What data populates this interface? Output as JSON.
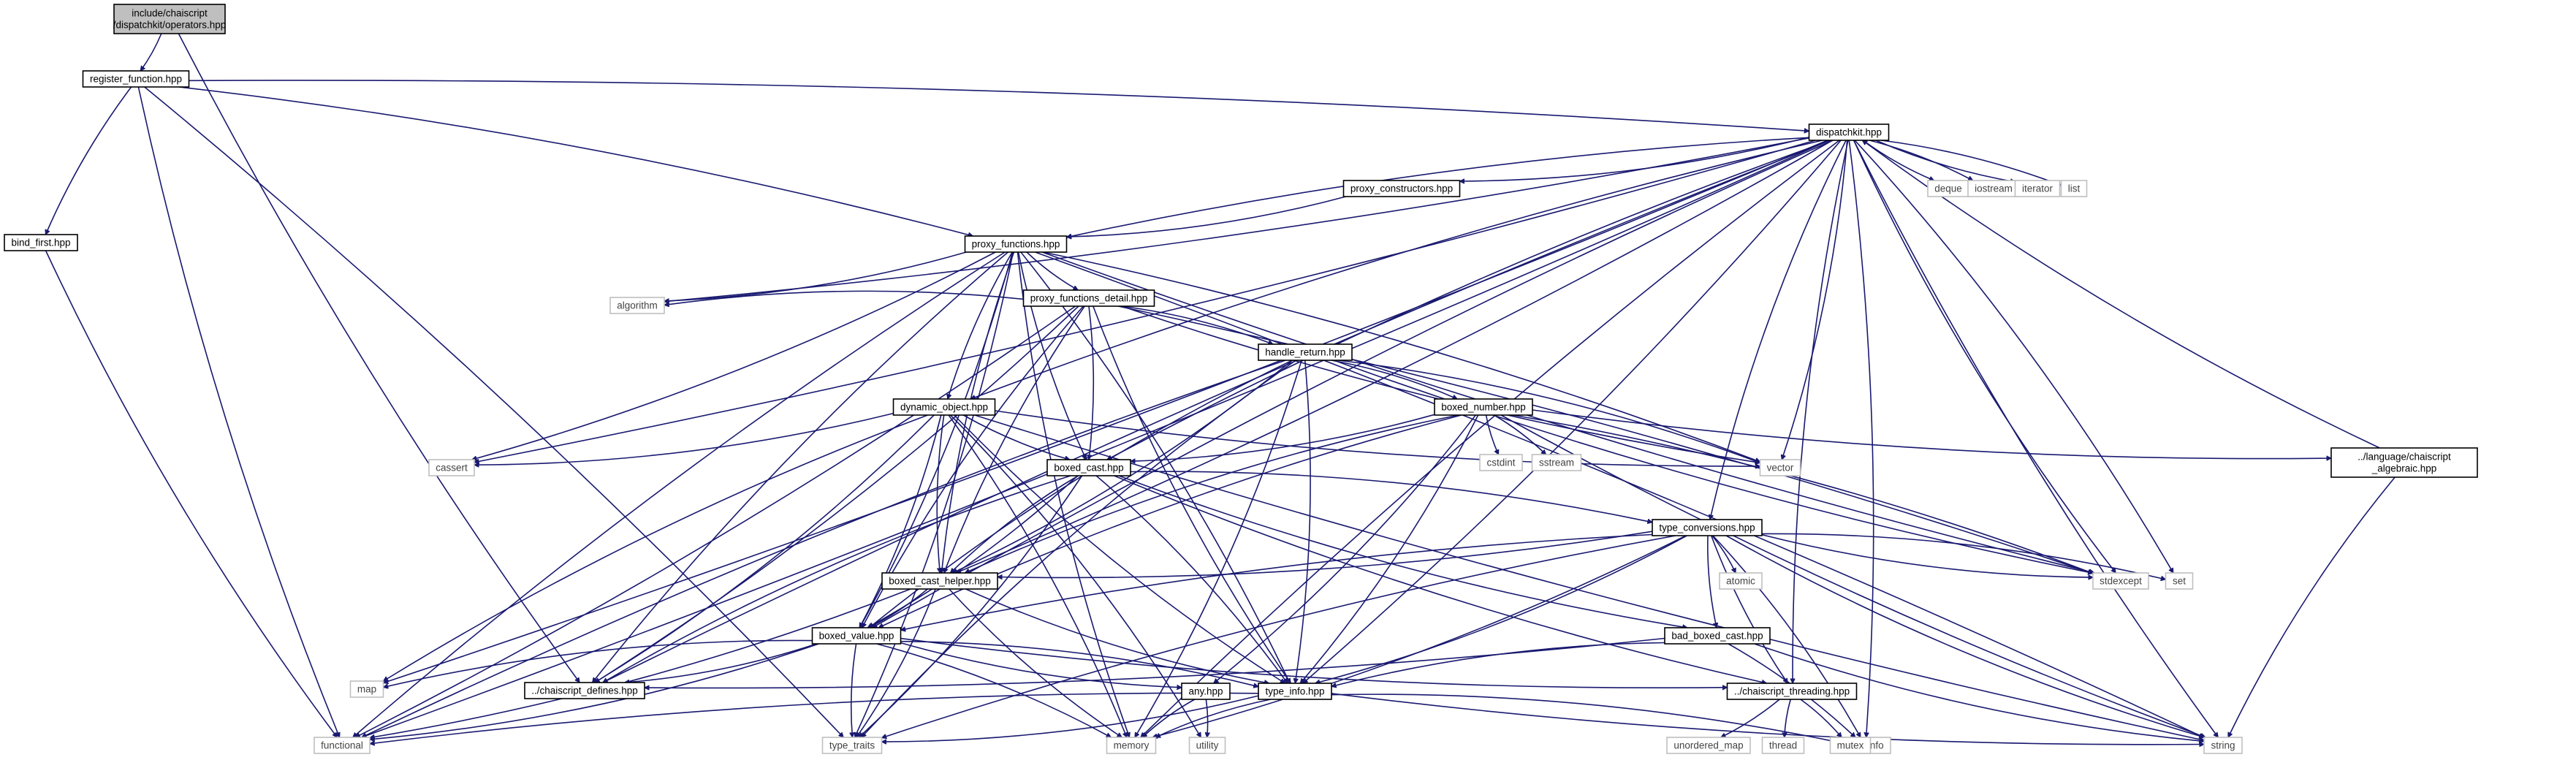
{
  "graph": {
    "nodes": [
      {
        "id": "operators",
        "lines": [
          "include/chaiscript",
          "/dispatchkit/operators.hpp"
        ],
        "kind": "root"
      },
      {
        "id": "register_function",
        "lines": [
          "register_function.hpp"
        ],
        "kind": "doc"
      },
      {
        "id": "dispatchkit",
        "lines": [
          "dispatchkit.hpp"
        ],
        "kind": "doc"
      },
      {
        "id": "bind_first",
        "lines": [
          "bind_first.hpp"
        ],
        "kind": "doc"
      },
      {
        "id": "proxy_constructors",
        "lines": [
          "proxy_constructors.hpp"
        ],
        "kind": "doc"
      },
      {
        "id": "deque",
        "lines": [
          "deque"
        ],
        "kind": "sys"
      },
      {
        "id": "iostream",
        "lines": [
          "iostream"
        ],
        "kind": "sys"
      },
      {
        "id": "iterator",
        "lines": [
          "iterator"
        ],
        "kind": "sys"
      },
      {
        "id": "list",
        "lines": [
          "list"
        ],
        "kind": "sys"
      },
      {
        "id": "proxy_functions",
        "lines": [
          "proxy_functions.hpp"
        ],
        "kind": "doc"
      },
      {
        "id": "proxy_functions_detail",
        "lines": [
          "proxy_functions_detail.hpp"
        ],
        "kind": "doc"
      },
      {
        "id": "algorithm",
        "lines": [
          "algorithm"
        ],
        "kind": "sys"
      },
      {
        "id": "handle_return",
        "lines": [
          "handle_return.hpp"
        ],
        "kind": "doc"
      },
      {
        "id": "dynamic_object",
        "lines": [
          "dynamic_object.hpp"
        ],
        "kind": "doc"
      },
      {
        "id": "boxed_number",
        "lines": [
          "boxed_number.hpp"
        ],
        "kind": "doc"
      },
      {
        "id": "cassert",
        "lines": [
          "cassert"
        ],
        "kind": "sys"
      },
      {
        "id": "cstdint",
        "lines": [
          "cstdint"
        ],
        "kind": "sys"
      },
      {
        "id": "sstream",
        "lines": [
          "sstream"
        ],
        "kind": "sys"
      },
      {
        "id": "boxed_cast",
        "lines": [
          "boxed_cast.hpp"
        ],
        "kind": "doc"
      },
      {
        "id": "vector",
        "lines": [
          "vector"
        ],
        "kind": "sys"
      },
      {
        "id": "language_algebraic",
        "lines": [
          "../language/chaiscript",
          "_algebraic.hpp"
        ],
        "kind": "doc"
      },
      {
        "id": "type_conversions",
        "lines": [
          "type_conversions.hpp"
        ],
        "kind": "doc"
      },
      {
        "id": "boxed_cast_helper",
        "lines": [
          "boxed_cast_helper.hpp"
        ],
        "kind": "doc"
      },
      {
        "id": "atomic",
        "lines": [
          "atomic"
        ],
        "kind": "sys"
      },
      {
        "id": "stdexcept",
        "lines": [
          "stdexcept"
        ],
        "kind": "sys"
      },
      {
        "id": "set",
        "lines": [
          "set"
        ],
        "kind": "sys"
      },
      {
        "id": "boxed_value",
        "lines": [
          "boxed_value.hpp"
        ],
        "kind": "doc"
      },
      {
        "id": "bad_boxed_cast",
        "lines": [
          "bad_boxed_cast.hpp"
        ],
        "kind": "doc"
      },
      {
        "id": "map",
        "lines": [
          "map"
        ],
        "kind": "sys"
      },
      {
        "id": "chaiscript_defines",
        "lines": [
          "../chaiscript_defines.hpp"
        ],
        "kind": "doc"
      },
      {
        "id": "any",
        "lines": [
          "any.hpp"
        ],
        "kind": "doc"
      },
      {
        "id": "type_info",
        "lines": [
          "type_info.hpp"
        ],
        "kind": "doc"
      },
      {
        "id": "chaiscript_threading",
        "lines": [
          "../chaiscript_threading.hpp"
        ],
        "kind": "doc"
      },
      {
        "id": "functional",
        "lines": [
          "functional"
        ],
        "kind": "sys"
      },
      {
        "id": "type_traits",
        "lines": [
          "type_traits"
        ],
        "kind": "sys"
      },
      {
        "id": "memory",
        "lines": [
          "memory"
        ],
        "kind": "sys"
      },
      {
        "id": "utility",
        "lines": [
          "utility"
        ],
        "kind": "sys"
      },
      {
        "id": "typeinfo",
        "lines": [
          "typeinfo"
        ],
        "kind": "sys"
      },
      {
        "id": "string",
        "lines": [
          "string"
        ],
        "kind": "sys"
      },
      {
        "id": "unordered_map",
        "lines": [
          "unordered_map"
        ],
        "kind": "sys"
      },
      {
        "id": "thread",
        "lines": [
          "thread"
        ],
        "kind": "sys"
      },
      {
        "id": "mutex",
        "lines": [
          "mutex"
        ],
        "kind": "sys"
      }
    ],
    "edges": [
      [
        "operators",
        "register_function"
      ],
      [
        "operators",
        "chaiscript_defines"
      ],
      [
        "register_function",
        "dispatchkit"
      ],
      [
        "register_function",
        "bind_first"
      ],
      [
        "register_function",
        "proxy_functions"
      ],
      [
        "register_function",
        "functional"
      ],
      [
        "register_function",
        "type_traits"
      ],
      [
        "bind_first",
        "functional"
      ],
      [
        "dispatchkit",
        "proxy_constructors"
      ],
      [
        "dispatchkit",
        "deque"
      ],
      [
        "dispatchkit",
        "iostream"
      ],
      [
        "dispatchkit",
        "iterator"
      ],
      [
        "dispatchkit",
        "list"
      ],
      [
        "dispatchkit",
        "proxy_functions"
      ],
      [
        "dispatchkit",
        "algorithm"
      ],
      [
        "dispatchkit",
        "dynamic_object"
      ],
      [
        "dispatchkit",
        "cassert"
      ],
      [
        "dispatchkit",
        "boxed_cast"
      ],
      [
        "dispatchkit",
        "vector"
      ],
      [
        "dispatchkit",
        "type_conversions"
      ],
      [
        "dispatchkit",
        "boxed_cast_helper"
      ],
      [
        "dispatchkit",
        "stdexcept"
      ],
      [
        "dispatchkit",
        "set"
      ],
      [
        "dispatchkit",
        "boxed_value"
      ],
      [
        "dispatchkit",
        "map"
      ],
      [
        "dispatchkit",
        "chaiscript_defines"
      ],
      [
        "dispatchkit",
        "type_info"
      ],
      [
        "dispatchkit",
        "chaiscript_threading"
      ],
      [
        "dispatchkit",
        "functional"
      ],
      [
        "dispatchkit",
        "memory"
      ],
      [
        "dispatchkit",
        "typeinfo"
      ],
      [
        "dispatchkit",
        "string"
      ],
      [
        "proxy_constructors",
        "proxy_functions"
      ],
      [
        "proxy_functions",
        "proxy_functions_detail"
      ],
      [
        "proxy_functions",
        "algorithm"
      ],
      [
        "proxy_functions",
        "dynamic_object"
      ],
      [
        "proxy_functions",
        "cassert"
      ],
      [
        "proxy_functions",
        "boxed_cast"
      ],
      [
        "proxy_functions",
        "vector"
      ],
      [
        "proxy_functions",
        "stdexcept"
      ],
      [
        "proxy_functions",
        "boxed_value"
      ],
      [
        "proxy_functions",
        "chaiscript_defines"
      ],
      [
        "proxy_functions",
        "type_info"
      ],
      [
        "proxy_functions",
        "functional"
      ],
      [
        "proxy_functions",
        "type_traits"
      ],
      [
        "proxy_functions",
        "memory"
      ],
      [
        "proxy_functions",
        "string"
      ],
      [
        "proxy_functions",
        "boxed_cast_helper"
      ],
      [
        "proxy_functions_detail",
        "handle_return"
      ],
      [
        "proxy_functions_detail",
        "algorithm"
      ],
      [
        "proxy_functions_detail",
        "boxed_cast"
      ],
      [
        "proxy_functions_detail",
        "boxed_value"
      ],
      [
        "proxy_functions_detail",
        "chaiscript_defines"
      ],
      [
        "proxy_functions_detail",
        "type_info"
      ],
      [
        "proxy_functions_detail",
        "functional"
      ],
      [
        "proxy_functions_detail",
        "vector"
      ],
      [
        "proxy_functions_detail",
        "stdexcept"
      ],
      [
        "proxy_functions_detail",
        "boxed_cast_helper"
      ],
      [
        "handle_return",
        "boxed_number"
      ],
      [
        "handle_return",
        "boxed_value"
      ],
      [
        "handle_return",
        "type_info"
      ],
      [
        "handle_return",
        "functional"
      ],
      [
        "handle_return",
        "memory"
      ],
      [
        "handle_return",
        "stdexcept"
      ],
      [
        "handle_return",
        "vector"
      ],
      [
        "handle_return",
        "type_traits"
      ],
      [
        "handle_return",
        "boxed_cast_helper"
      ],
      [
        "dynamic_object",
        "boxed_cast"
      ],
      [
        "dynamic_object",
        "cassert"
      ],
      [
        "dynamic_object",
        "map"
      ],
      [
        "dynamic_object",
        "memory"
      ],
      [
        "dynamic_object",
        "string"
      ],
      [
        "dynamic_object",
        "utility"
      ],
      [
        "dynamic_object",
        "vector"
      ],
      [
        "dynamic_object",
        "boxed_value"
      ],
      [
        "dynamic_object",
        "type_info"
      ],
      [
        "dynamic_object",
        "chaiscript_defines"
      ],
      [
        "dynamic_object",
        "boxed_cast_helper"
      ],
      [
        "boxed_number",
        "boxed_cast"
      ],
      [
        "boxed_number",
        "cstdint"
      ],
      [
        "boxed_number",
        "sstream"
      ],
      [
        "boxed_number",
        "language_algebraic"
      ],
      [
        "boxed_number",
        "stdexcept"
      ],
      [
        "boxed_number",
        "string"
      ],
      [
        "boxed_number",
        "type_info"
      ],
      [
        "boxed_number",
        "boxed_value"
      ],
      [
        "boxed_number",
        "any"
      ],
      [
        "boxed_number",
        "boxed_cast_helper"
      ],
      [
        "language_algebraic",
        "dispatchkit"
      ],
      [
        "language_algebraic",
        "string"
      ],
      [
        "boxed_cast",
        "type_conversions"
      ],
      [
        "boxed_cast",
        "boxed_cast_helper"
      ],
      [
        "boxed_cast",
        "boxed_value"
      ],
      [
        "boxed_cast",
        "bad_boxed_cast"
      ],
      [
        "boxed_cast",
        "type_info"
      ],
      [
        "boxed_cast",
        "chaiscript_defines"
      ],
      [
        "boxed_cast",
        "type_traits"
      ],
      [
        "boxed_cast",
        "chaiscript_threading"
      ],
      [
        "type_conversions",
        "atomic"
      ],
      [
        "type_conversions",
        "stdexcept"
      ],
      [
        "type_conversions",
        "set"
      ],
      [
        "type_conversions",
        "bad_boxed_cast"
      ],
      [
        "type_conversions",
        "boxed_cast_helper"
      ],
      [
        "type_conversions",
        "boxed_value"
      ],
      [
        "type_conversions",
        "type_info"
      ],
      [
        "type_conversions",
        "chaiscript_threading"
      ],
      [
        "type_conversions",
        "memory"
      ],
      [
        "type_conversions",
        "string"
      ],
      [
        "type_conversions",
        "typeinfo"
      ],
      [
        "type_conversions",
        "type_traits"
      ],
      [
        "boxed_cast_helper",
        "boxed_value"
      ],
      [
        "boxed_cast_helper",
        "type_info"
      ],
      [
        "boxed_cast_helper",
        "functional"
      ],
      [
        "boxed_cast_helper",
        "memory"
      ],
      [
        "boxed_cast_helper",
        "type_traits"
      ],
      [
        "boxed_value",
        "map"
      ],
      [
        "boxed_value",
        "chaiscript_defines"
      ],
      [
        "boxed_value",
        "any"
      ],
      [
        "boxed_value",
        "type_info"
      ],
      [
        "boxed_value",
        "chaiscript_threading"
      ],
      [
        "boxed_value",
        "functional"
      ],
      [
        "boxed_value",
        "type_traits"
      ],
      [
        "boxed_value",
        "memory"
      ],
      [
        "bad_boxed_cast",
        "type_info"
      ],
      [
        "bad_boxed_cast",
        "chaiscript_defines"
      ],
      [
        "bad_boxed_cast",
        "string"
      ],
      [
        "bad_boxed_cast",
        "typeinfo"
      ],
      [
        "any",
        "memory"
      ],
      [
        "any",
        "utility"
      ],
      [
        "type_info",
        "functional"
      ],
      [
        "type_info",
        "type_traits"
      ],
      [
        "type_info",
        "memory"
      ],
      [
        "type_info",
        "typeinfo"
      ],
      [
        "type_info",
        "string"
      ],
      [
        "chaiscript_threading",
        "unordered_map"
      ],
      [
        "chaiscript_threading",
        "thread"
      ],
      [
        "chaiscript_threading",
        "mutex"
      ]
    ]
  }
}
